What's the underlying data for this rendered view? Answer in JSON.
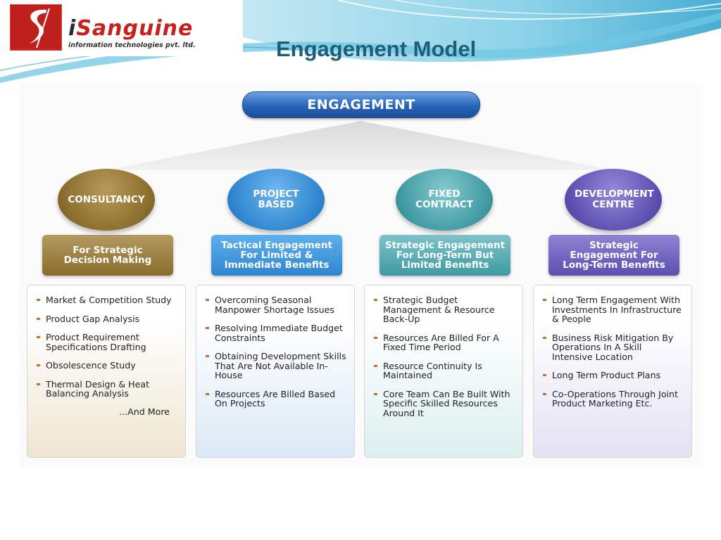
{
  "header": {
    "logo": {
      "name_i": "i",
      "name_rest": "Sanguine",
      "tagline": "information technologies pvt. ltd."
    },
    "title": "Engagement Model"
  },
  "diagram": {
    "root": "ENGAGEMENT",
    "branches": [
      {
        "name": "CONSULTANCY",
        "benefit": "For Strategic Decision Making",
        "items": [
          "Market & Competition Study",
          "Product Gap Analysis",
          "Product Requirement Specifications Drafting",
          "Obsolescence Study",
          "Thermal Design & Heat Balancing Analysis"
        ],
        "more": "...And More",
        "color": "#8a6d2c"
      },
      {
        "name": "PROJECT BASED",
        "benefit": "Tactical Engagement For Limited & Immediate Benefits",
        "items": [
          "Overcoming Seasonal Manpower Shortage Issues",
          "Resolving Immediate Budget Constraints",
          "Obtaining Development Skills That Are Not Available In-House",
          "Resources Are Billed Based On Projects"
        ],
        "color": "#2e86cf"
      },
      {
        "name": "FIXED CONTRACT",
        "benefit": "Strategic Engagement For Long-Term But Limited Benefits",
        "items": [
          "Strategic Budget Management & Resource Back-Up",
          "Resources Are Billed For A Fixed Time Period",
          "Resource Continuity Is Maintained",
          "Core Team Can Be Built With Specific Skilled Resources Around It"
        ],
        "color": "#3f9aa3"
      },
      {
        "name": "DEVELOPMENT CENTRE",
        "benefit": "Strategic Engagement For Long-Term Benefits",
        "items": [
          "Long Term Engagement With Investments In Infrastructure & People",
          "Business Risk Mitigation By Operations In A Skill Intensive Location",
          "Long Term Product Plans",
          "Co-Operations Through Joint Product Marketing Etc."
        ],
        "color": "#5a4fb0"
      }
    ]
  }
}
